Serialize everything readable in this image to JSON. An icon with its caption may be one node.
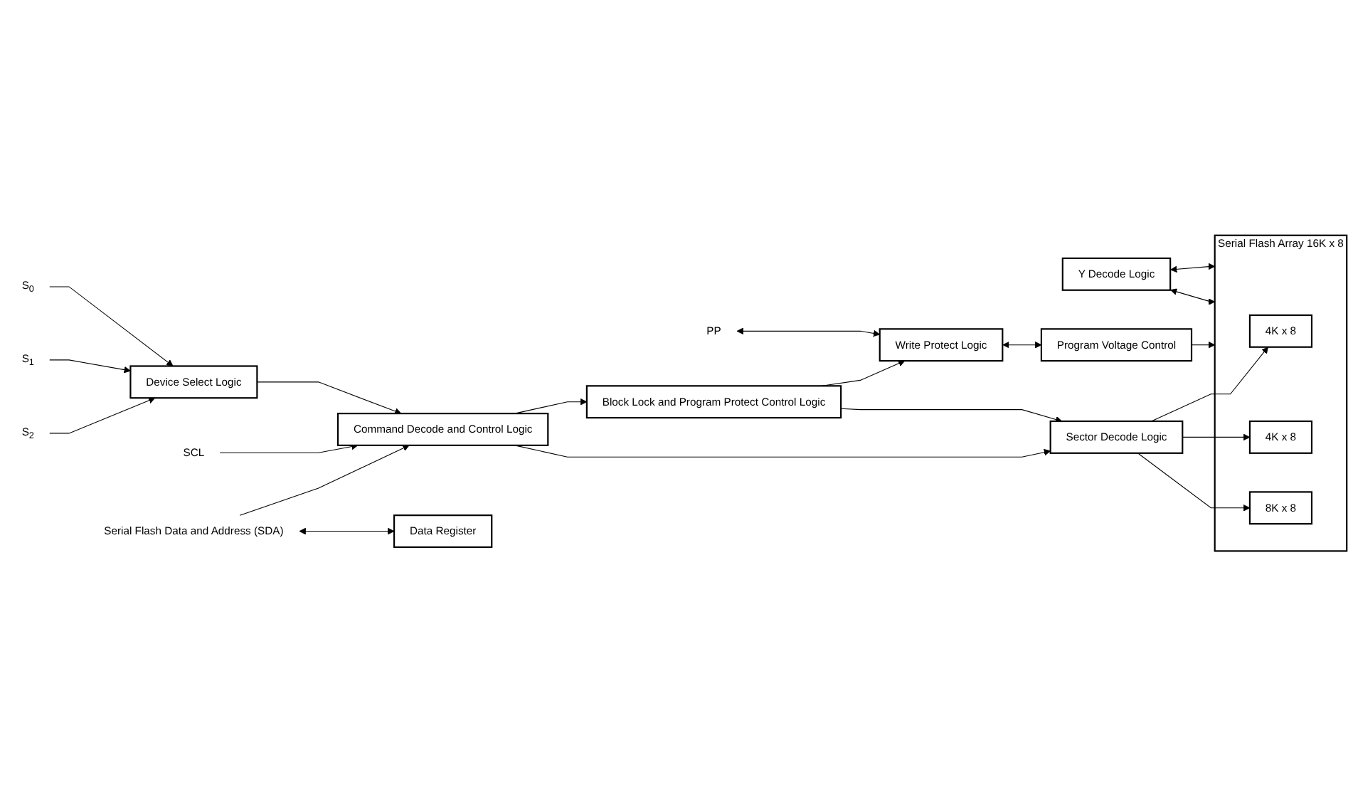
{
  "diagram": {
    "nodes": [
      {
        "text": [
          "Serial Flash Data and Address (SDA)"
        ]
      },
      {
        "text": [
          "SCL"
        ]
      },
      {
        "text": [
          "S$_{2}$"
        ]
      },
      {
        "text": [
          "S$_{1}$"
        ]
      },
      {
        "text": [
          "S$_{0}$"
        ]
      },
      {
        "text": [
          "PP"
        ]
      },
      {
        "text": [
          "Command Decode and Control Logic"
        ]
      },
      {
        "text": [
          "Device Select Logic"
        ]
      },
      {
        "text": [
          "Block Lock and Program Protect Control Logic"
        ]
      },
      {
        "text": [
          "Sector Decode Logic"
        ]
      },
      {
        "text": [
          "Write Protect Logic"
        ]
      },
      {
        "text": [
          "Data Register"
        ]
      },
      {
        "text": [
          "Y Decode Logic"
        ]
      },
      {
        "text": [
          "Serial Flash Array 16K x 8"
        ]
      },
      {
        "text": [
          "4K x 8"
        ],
        "in": 13
      },
      {
        "text": [
          "4K x 8"
        ],
        "in": 13
      },
      {
        "text": [
          "8K x 8"
        ],
        "in": 13
      },
      {
        "text": [
          "Program Voltage Control"
        ]
      }
    ],
    "edges": [
      {
        "from": 0,
        "to": 11,
        "arrow": "both"
      },
      {
        "from": 0,
        "to": 6,
        "arrow": "to"
      },
      {
        "from": 1,
        "to": 6,
        "arrow": "to"
      },
      {
        "from": 2,
        "to": 7,
        "arrow": "to"
      },
      {
        "from": 3,
        "to": 7,
        "arrow": "to"
      },
      {
        "from": 4,
        "to": 7,
        "arrow": "to"
      },
      {
        "from": 7,
        "to": 6,
        "arrow": "to"
      },
      {
        "from": 6,
        "to": 9,
        "arrow": "to"
      },
      {
        "from": 6,
        "to": 8,
        "arrow": "to"
      },
      {
        "from": 8,
        "to": 9,
        "arrow": "to"
      },
      {
        "from": 8,
        "to": 10,
        "arrow": "to"
      },
      {
        "from": 9,
        "to": 14,
        "arrow": "to"
      },
      {
        "from": 9,
        "to": 15,
        "arrow": "to"
      },
      {
        "from": 9,
        "to": 16,
        "arrow": "to"
      },
      {
        "from": 5,
        "to": 10,
        "arrow": "both"
      },
      {
        "from": 10,
        "to": 17,
        "arrow": "both"
      },
      {
        "from": 17,
        "to": 13,
        "arrow": "to"
      },
      {
        "from": 12,
        "to": 13,
        "arrow": "both"
      },
      {
        "from": 12,
        "to": 13,
        "arrow": "both"
      }
    ]
  }
}
